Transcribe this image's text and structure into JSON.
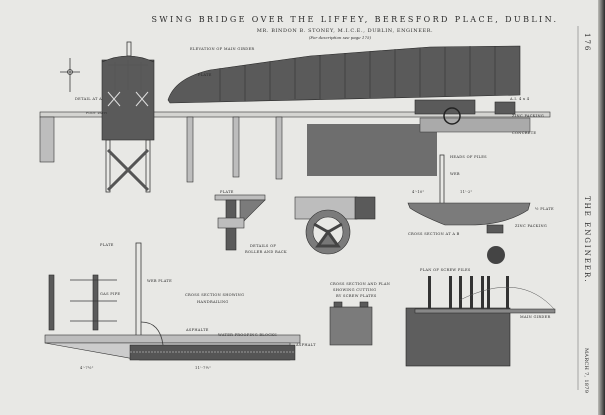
{
  "header": {
    "title": "SWING BRIDGE OVER THE LIFFEY, BERESFORD PLACE, DUBLIN.",
    "engineer": "MR. BINDON B. STONEY, M.I.C.E., DUBLIN, ENGINEER.",
    "note": "(For description see page 175)"
  },
  "margin": {
    "page_number": "176",
    "journal": "THE ENGINEER.",
    "date": "MARCH 7, 1879"
  },
  "labels": {
    "elevation": "ELEVATION OF MAIN GIRDER",
    "detail_a": "DETAIL AT A",
    "foot_path": "FOOT PATH",
    "plate": "PLATE",
    "angle": "A.I. 4 x 4",
    "concrete": "CONCRETE",
    "zinc_packing": "ZINC PACKING",
    "heads_of_piles": "HEADS OF PILES",
    "web": "WEB",
    "cross_section_ab": "CROSS SECTION AT A B",
    "half_plate": "½ PLATE",
    "zinc_packing_2": "ZINC PACKING",
    "details_roller": "DETAILS OF",
    "details_roller_2": "ROLLER AND RACK",
    "plate_top": "PLATE",
    "web_plate": "WEB PLATE",
    "cross_section_hand": "CROSS SECTION SHOWING",
    "cross_section_hand_2": "HANDRAILING",
    "gas_pipe": "GAS PIPE",
    "asphalt_label": "ASPHALTE",
    "water_proofing": "WATER PROOFING BLOCKS",
    "asphalt": "ASPHALT",
    "screw_section": "CROSS SECTION AND PLAN",
    "screw_section_2": "SHOWING CUTTING",
    "screw_section_3": "BY SCREW PLATES",
    "plan_piles": "PLAN OF SCREW PILES",
    "main_girder": "MAIN GIRDER",
    "dim_1": "4'-10\"",
    "dim_2": "11'-2\"",
    "dim_3": "4'-7½\"",
    "dim_4": "11'-7½\""
  }
}
